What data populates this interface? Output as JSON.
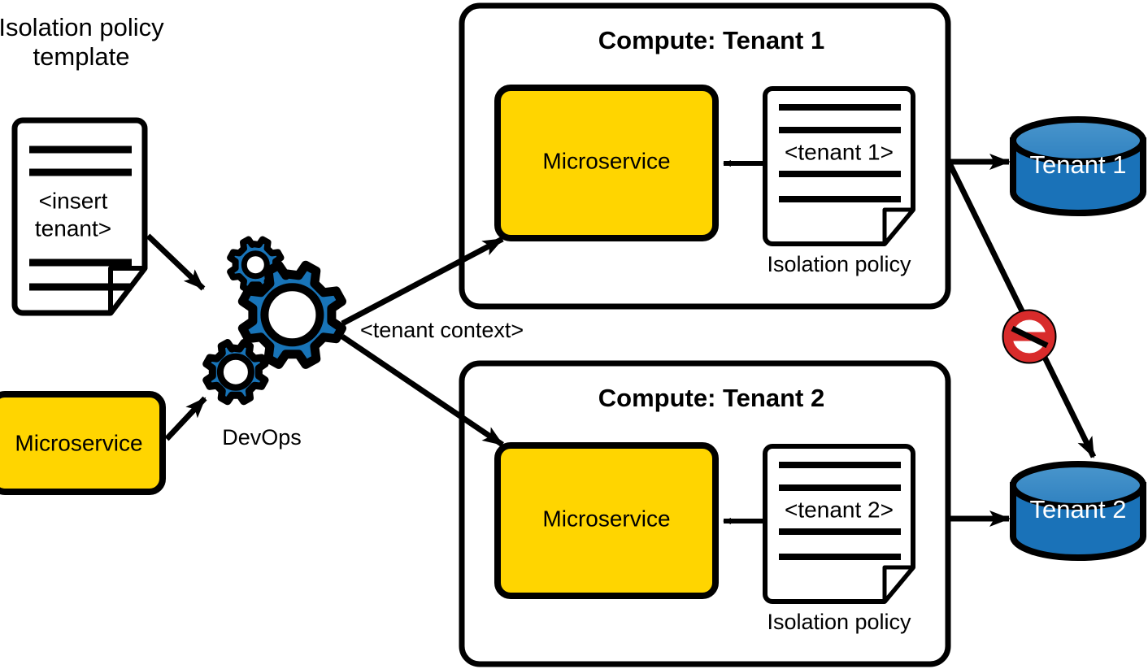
{
  "diagram": {
    "title": "Isolation policy template multi-tenant deployment",
    "colors": {
      "yellow": "#FFD500",
      "blue_body": "#1A72B8",
      "blue_top": "#3D8DC7",
      "gear_blue": "#1874B8",
      "red": "#D82B2B",
      "black": "#000000",
      "white": "#FFFFFF"
    }
  },
  "template_doc": {
    "caption_line1": "Isolation policy",
    "caption_line2": "template",
    "body_line1": "<insert",
    "body_line2": "tenant>"
  },
  "source_microservice": {
    "label": "Microservice"
  },
  "devops": {
    "label": "DevOps",
    "gears": [
      {
        "name": "gear-small-top",
        "teeth": 10
      },
      {
        "name": "gear-large-center",
        "teeth": 10
      },
      {
        "name": "gear-small-bottom",
        "teeth": 10
      }
    ]
  },
  "tenant_context_label": "<tenant context>",
  "compute_boxes": [
    {
      "title": "Compute: Tenant 1",
      "microservice_label": "Microservice",
      "policy_body": "<tenant 1>",
      "policy_caption": "Isolation policy"
    },
    {
      "title": "Compute: Tenant 2",
      "microservice_label": "Microservice",
      "policy_body": "<tenant 2>",
      "policy_caption": "Isolation policy"
    }
  ],
  "databases": [
    {
      "label": "Tenant 1"
    },
    {
      "label": "Tenant 2"
    }
  ],
  "blocked_marker": {
    "name": "prohibited-access-sign",
    "meaning": "cross-tenant access denied"
  }
}
